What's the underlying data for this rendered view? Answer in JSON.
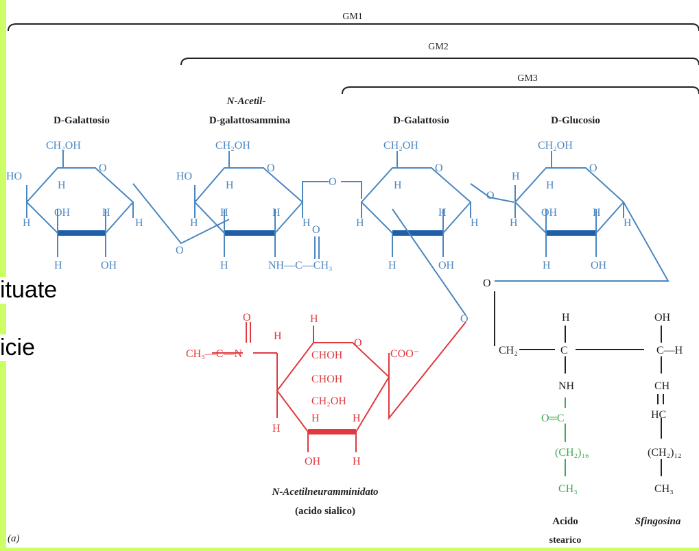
{
  "colors": {
    "background": "#ccff66",
    "blue": "#4a86c0",
    "blue_bold": "#1f5fa8",
    "red": "#e0393e",
    "black": "#222222",
    "green": "#3fa651"
  },
  "brackets": {
    "gm1": "GM1",
    "gm2": "GM2",
    "gm3": "GM3"
  },
  "headers": {
    "galattosio1": "D-Galattosio",
    "acetil_line1": "N-Acetil-",
    "acetil_line2": "D-galattosammina",
    "galattosio2": "D-Galattosio",
    "glucosio": "D-Glucosio"
  },
  "captions": {
    "neuraminidato": "N-Acetilneuramminidato",
    "sialico": "(acido sialico)",
    "acido": "Acido",
    "stearico": "stearico",
    "sfingosina": "Sfingosina",
    "panel": "(a)"
  },
  "slide_fragments": {
    "line1": "ituate",
    "line2": "icie"
  },
  "groups": {
    "ch2oh": "CH₂OH",
    "ho": "HO",
    "oh": "OH",
    "h": "H",
    "o": "O",
    "nh_c_ch3": "NH—C—CH₃",
    "ch3_c_n": "CH₃—C—N",
    "choh": "CHOH",
    "ch2oh_red": "CH₂OH",
    "coo": "COO⁻",
    "ch2": "CH₂",
    "nh": "NH",
    "ch": "CH",
    "hc": "HC",
    "o_eq_c": "O═C",
    "ch2_16": "(CH₂)₁₆",
    "ch2_12": "(CH₂)₁₂",
    "ch3": "CH₃"
  }
}
